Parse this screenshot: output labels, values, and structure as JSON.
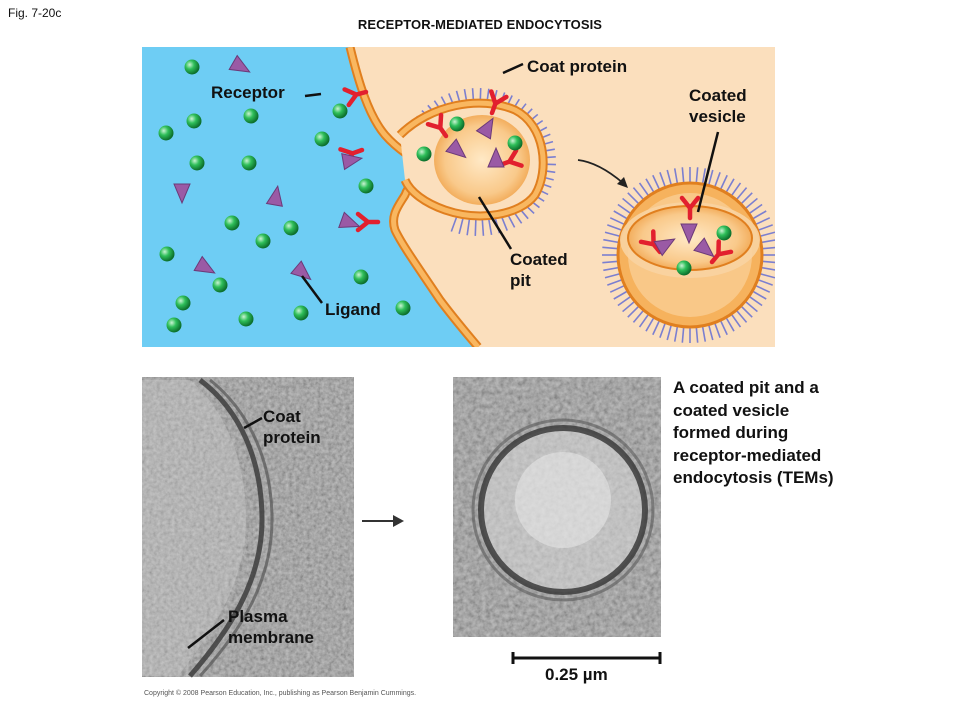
{
  "figure": {
    "number": "Fig. 7-20c",
    "title": "RECEPTOR-MEDIATED ENDOCYTOSIS"
  },
  "labels": {
    "receptor": "Receptor",
    "coat_protein_top": "Coat protein",
    "coated_vesicle": "Coated\nvesicle",
    "coated_pit": "Coated\npit",
    "ligand": "Ligand",
    "coat_protein_tem": "Coat\nprotein",
    "plasma_membrane": "Plasma\nmembrane"
  },
  "caption": "A coated pit and a coated vesicle formed during receptor-mediated endocytosis (TEMs)",
  "scale_bar": {
    "label": "0.25 µm"
  },
  "copyright": "Copyright © 2008 Pearson Education, Inc., publishing as Pearson Benjamin Cummings.",
  "colors": {
    "extracellular": "#6ecdf4",
    "cytoplasm": "#fbdfbd",
    "membrane": "#f4a53f",
    "membrane_edge": "#e07f1f",
    "receptor": "#e2202e",
    "ligand_sphere": "#1fa84a",
    "ligand_triangle": "#9a5aa5",
    "coat_spikes": "#7b7fd0",
    "tem_gray": "#8c8c8c"
  }
}
